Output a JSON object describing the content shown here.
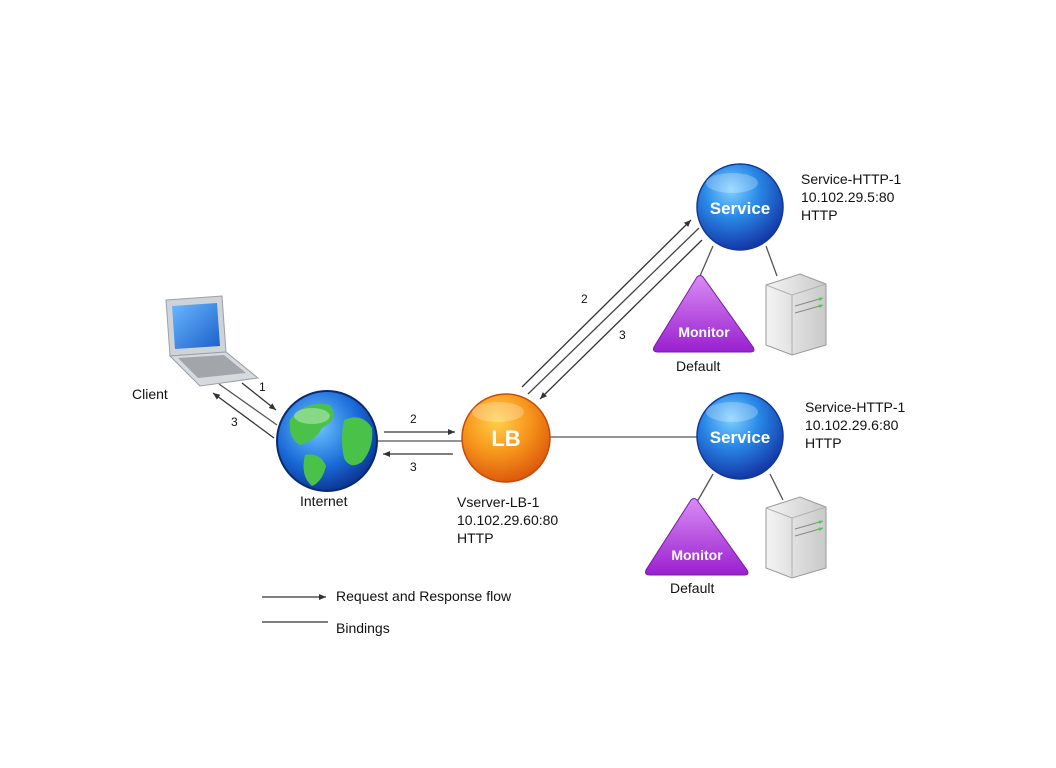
{
  "client": {
    "label": "Client"
  },
  "internet": {
    "label": "Internet"
  },
  "lb": {
    "badge": "LB",
    "name": "Vserver-LB-1",
    "address": "10.102.29.60:80",
    "protocol": "HTTP"
  },
  "services": [
    {
      "badge": "Service",
      "name": "Service-HTTP-1",
      "address": "10.102.29.5:80",
      "protocol": "HTTP",
      "monitor": {
        "badge": "Monitor",
        "label": "Default"
      }
    },
    {
      "badge": "Service",
      "name": "Service-HTTP-1",
      "address": "10.102.29.6:80",
      "protocol": "HTTP",
      "monitor": {
        "badge": "Monitor",
        "label": "Default"
      }
    }
  ],
  "flow_steps": {
    "client_to_internet": "1",
    "internet_to_client": "3",
    "internet_to_lb": "2",
    "lb_to_internet": "3",
    "lb_to_service": "2",
    "service_to_lb": "3"
  },
  "legend": {
    "flow": "Request and Response flow",
    "bindings": "Bindings"
  },
  "colors": {
    "service_blue": "#1f5fd0",
    "lb_orange": "#f07a10",
    "monitor_purple": "#a12ad0",
    "line": "#444444"
  }
}
